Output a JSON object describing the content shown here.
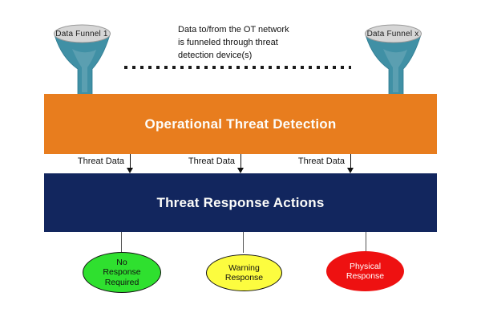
{
  "colors": {
    "detection_bar": "#E87D1E",
    "response_bar": "#12265E",
    "funnel_body": "#4090A5",
    "funnel_top": "#D6D6D6",
    "outcome_green": "#2FE02F",
    "outcome_yellow": "#FCFC3F",
    "outcome_red": "#EE1111"
  },
  "funnels": {
    "left_label": "Data Funnel 1",
    "right_label": "Data Funnel x"
  },
  "note": "Data to/from the OT network\nis funneled through threat\ndetection device(s)",
  "detection_bar": {
    "title": "Operational Threat Detection"
  },
  "flow_labels": [
    "Threat Data",
    "Threat Data",
    "Threat Data"
  ],
  "response_bar": {
    "title": "Threat Response Actions"
  },
  "outcomes": [
    {
      "label": "No\nResponse\nRequired",
      "color": "#2FE02F"
    },
    {
      "label": "Warning\nResponse",
      "color": "#FCFC3F"
    },
    {
      "label": "Physical\nResponse",
      "color": "#EE1111"
    }
  ]
}
